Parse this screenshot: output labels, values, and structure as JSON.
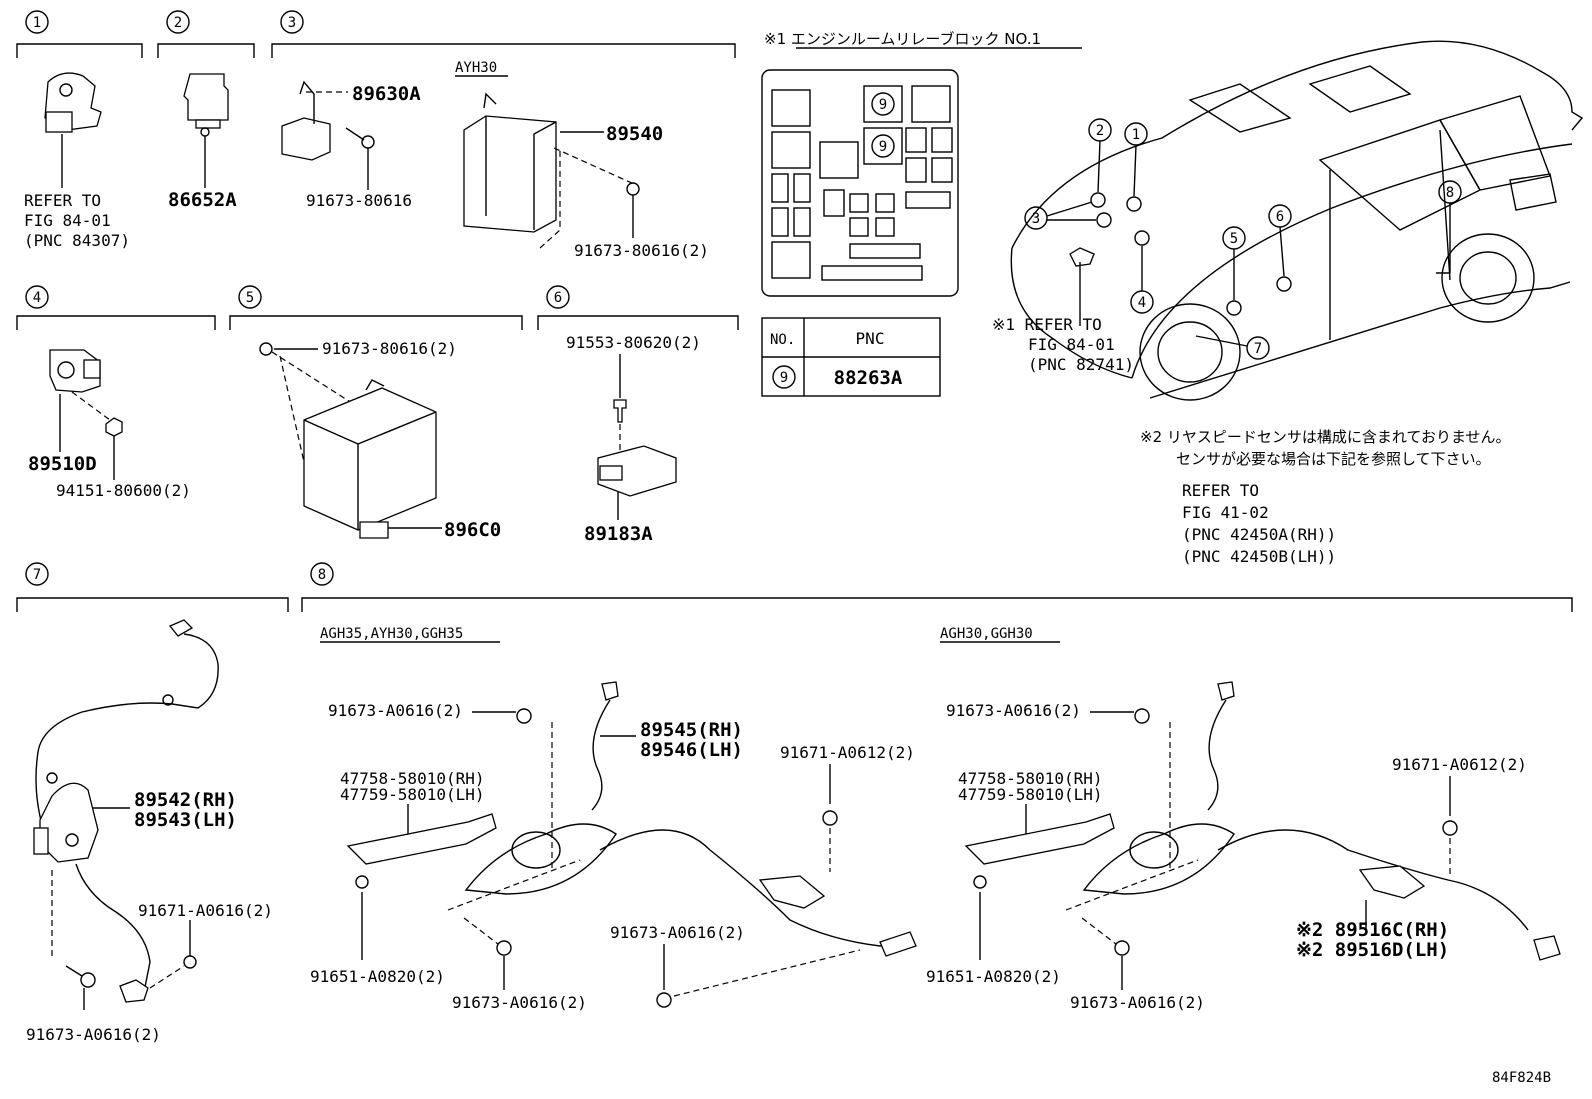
{
  "sections": [
    {
      "num": "1"
    },
    {
      "num": "2"
    },
    {
      "num": "3"
    },
    {
      "num": "4"
    },
    {
      "num": "5"
    },
    {
      "num": "6"
    },
    {
      "num": "7"
    },
    {
      "num": "8"
    }
  ],
  "s1": {
    "refer": [
      "REFER TO",
      "FIG 84-01",
      "(PNC 84307)"
    ]
  },
  "s2": {
    "part": "86652A"
  },
  "s3": {
    "model": "AYH30",
    "p1": "89630A",
    "p2": "89540",
    "b1": "91673-80616",
    "b2": "91673-80616(2)"
  },
  "s4": {
    "part": "89510D",
    "nut": "94151-80600(2)"
  },
  "s5": {
    "bolt": "91673-80616(2)",
    "part": "896C0"
  },
  "s6": {
    "bolt": "91553-80620(2)",
    "part": "89183A"
  },
  "s7": {
    "p_rh": "89542(RH)",
    "p_lh": "89543(LH)",
    "b1": "91671-A0616(2)",
    "b2": "91673-A0616(2)"
  },
  "s8": {
    "left": {
      "models": "AGH35,AYH30,GGH35",
      "b_top": "91673-A0616(2)",
      "br_rh": "47758-58010(RH)",
      "br_lh": "47759-58010(LH)",
      "s_rh": "89545(RH)",
      "s_lh": "89546(LH)",
      "b_right": "91671-A0612(2)",
      "b_bot1": "91651-A0820(2)",
      "b_bot2": "91673-A0616(2)",
      "b_bot3": "91673-A0616(2)"
    },
    "right": {
      "models": "AGH30,GGH30",
      "b_top": "91673-A0616(2)",
      "br_rh": "47758-58010(RH)",
      "br_lh": "47759-58010(LH)",
      "b_right": "91671-A0612(2)",
      "s_rh": "※2 89516C(RH)",
      "s_lh": "※2 89516D(LH)",
      "b_bot1": "91651-A0820(2)",
      "b_bot2": "91673-A0616(2)"
    }
  },
  "relay": {
    "title": "※1 エンジンルームリレーブロック NO.1",
    "col_no": "NO.",
    "col_pnc": "PNC",
    "row_no": "9",
    "row_pnc": "88263A",
    "marker": "9"
  },
  "vehicle": {
    "refer": [
      "※1 REFER TO",
      "FIG 84-01",
      "(PNC 82741)"
    ]
  },
  "note2": {
    "lines": [
      "※2 リヤスピードセンサは構成に含まれておりません。",
      "センサが必要な場合は下記を参照して下さい。"
    ],
    "refer": [
      "REFER TO",
      "FIG 41-02",
      "(PNC 42450A(RH))",
      "(PNC 42450B(LH))"
    ]
  },
  "code": "84F824B"
}
